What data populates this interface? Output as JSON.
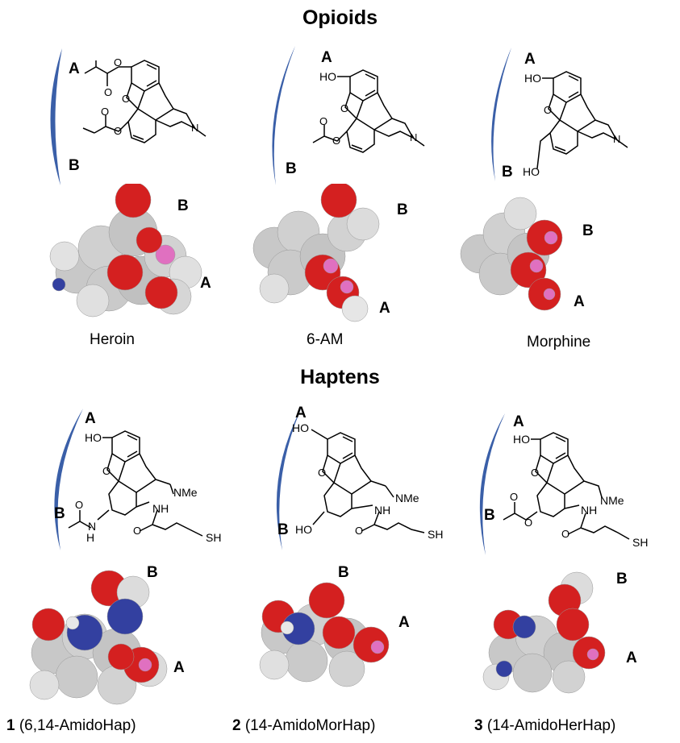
{
  "sections": {
    "opioids": "Opioids",
    "haptens": "Haptens"
  },
  "site_labels": {
    "a": "A",
    "b": "B"
  },
  "groups": {
    "ho": "HO",
    "o": "O",
    "n": "N",
    "nme": "NMe",
    "nh": "NH",
    "h": "H",
    "sh": "SH"
  },
  "opioids": [
    {
      "caption": "Heroin"
    },
    {
      "caption": "6-AM"
    },
    {
      "caption": "Morphine"
    }
  ],
  "haptens": [
    {
      "number": "1",
      "caption": "(6,14-AmidoHap)"
    },
    {
      "number": "2",
      "caption": "(14-AmidoMorHap)"
    },
    {
      "number": "3",
      "caption": "(14-AmidoHerHap)"
    }
  ],
  "colors": {
    "bracket": "#3a5fa8",
    "oxygen": "#d42020",
    "carbon": "#c8c8c8",
    "nitrogen": "#3340a0",
    "hydrogen": "#e8e8e8",
    "polar_h": "#e070c0"
  }
}
